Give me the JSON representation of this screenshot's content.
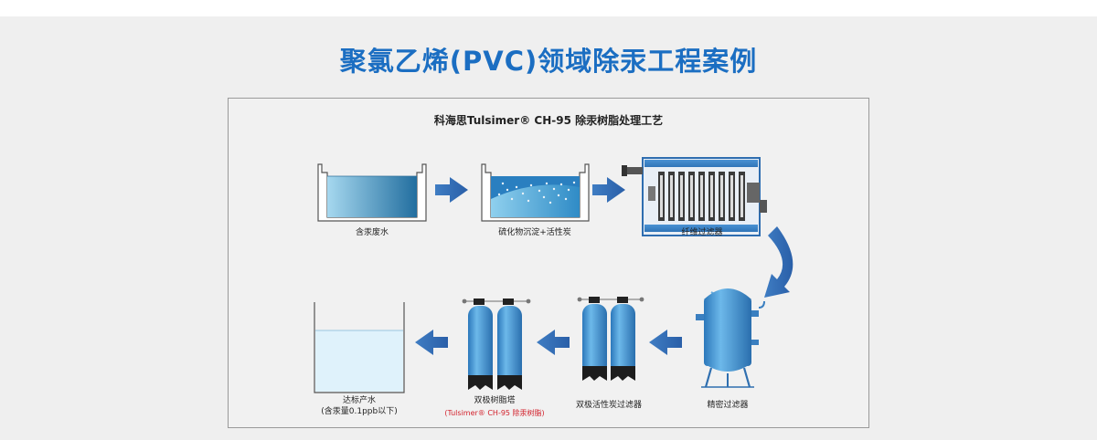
{
  "page": {
    "title": "聚氯乙烯(PVC)领域除汞工程案例"
  },
  "diagram": {
    "title": "科海思Tulsimer® CH-95 除汞树脂处理工艺",
    "steps": [
      {
        "label": "含汞废水"
      },
      {
        "label": "硫化物沉淀+活性炭"
      },
      {
        "label": "纤维过滤器"
      },
      {
        "label": "精密过滤器"
      },
      {
        "label": "双极活性炭过滤器"
      },
      {
        "label": "双极树脂塔",
        "sublabel": "(Tulsimer® CH-95 除汞树脂)"
      },
      {
        "label": "达标产水",
        "sublabel": "(含汞量0.1ppb以下)"
      }
    ]
  },
  "colors": {
    "title": "#1b6ec2",
    "arrow": "#2b63b0",
    "vessel": "#3d8fd1",
    "water_dark": "#2c7fb4",
    "water_light": "#9fd6ee",
    "sublabel_red": "#d21f2a"
  },
  "icons": {
    "arrow": "right-arrow-icon",
    "arrow_left": "left-arrow-icon",
    "arrow_curve": "curved-down-arrow-icon"
  }
}
